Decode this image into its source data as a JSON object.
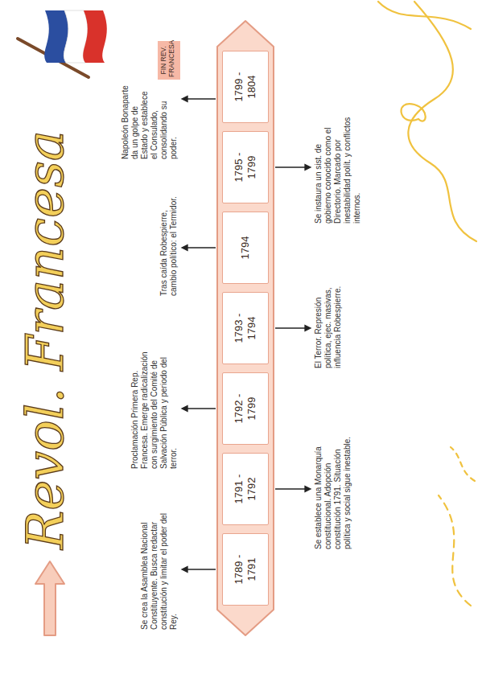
{
  "diagram": {
    "title": "Revol. Francesa",
    "nodes": [
      {
        "text": [
          "1789 - 1791"
        ]
      },
      {
        "text": [
          "1791 - 1792"
        ]
      },
      {
        "text": [
          "1792 - 1799"
        ]
      },
      {
        "text": [
          "1793 - 1794"
        ]
      },
      {
        "text": [
          "1794"
        ]
      },
      {
        "text": [
          "1795 - 1799"
        ]
      },
      {
        "text": [
          "1799 - 1804"
        ]
      },
      {
        "text": [
          "FIN REV. FRANCESA"
        ]
      }
    ],
    "labels": [
      "Se crea la Asamblea Nacional Constituyente. Busca redactar constitución y limitar el poder del Rey.",
      "Se establece una Monarquía constitucional. Adopción constitución 1791. Situación política y social sigue inestable.",
      "Proclamación Primera Rep. Francesa. Emerge radicalización con surgimiento del Comité de Salvación Pública y periodo del terror.",
      "El Terror. Represión política, ejec. masivas, influencia Robespierre.",
      "Tras caída Robespierre, cambio político: el Termidor.",
      "Se instaura un sist. de gobierno conocido como el Directorio. Marcado por inestabilidad polít. y conflictos internos.",
      "Napoleón Bonaparte da un golpe de Estado y establece el Consulado, consolidando su poder."
    ]
  }
}
